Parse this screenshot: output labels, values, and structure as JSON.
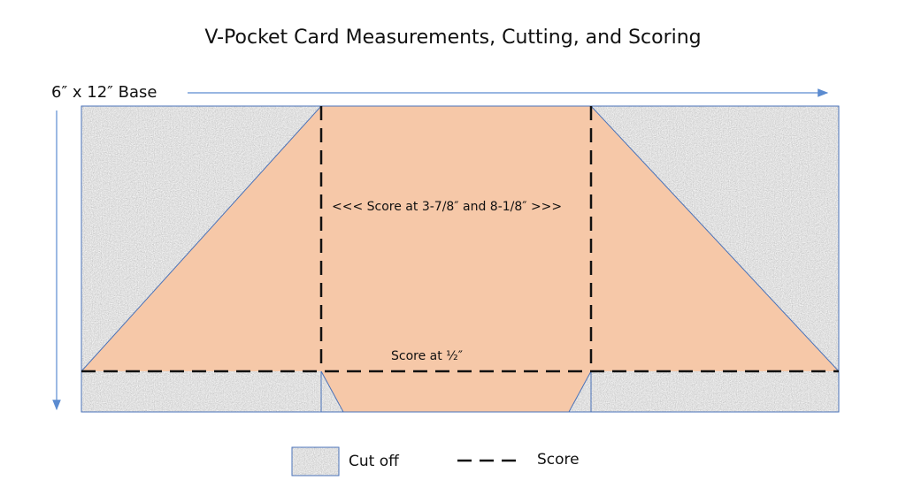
{
  "title": "V-Pocket Card Measurements, Cutting, and Scoring",
  "base_label": "6″ x 12″ Base",
  "vertical_score_label": "<<< Score at 3-7/8″ and 8-1/8″ >>>",
  "horizontal_score_label": "Score at ½″",
  "legend": {
    "cut_off_label": "Cut off",
    "score_label": "Score"
  },
  "colors": {
    "peach": "#f6c8a8",
    "outline": "#4a72b8",
    "arrow": "#5b8bd0",
    "granite": "#a8a8a8"
  }
}
